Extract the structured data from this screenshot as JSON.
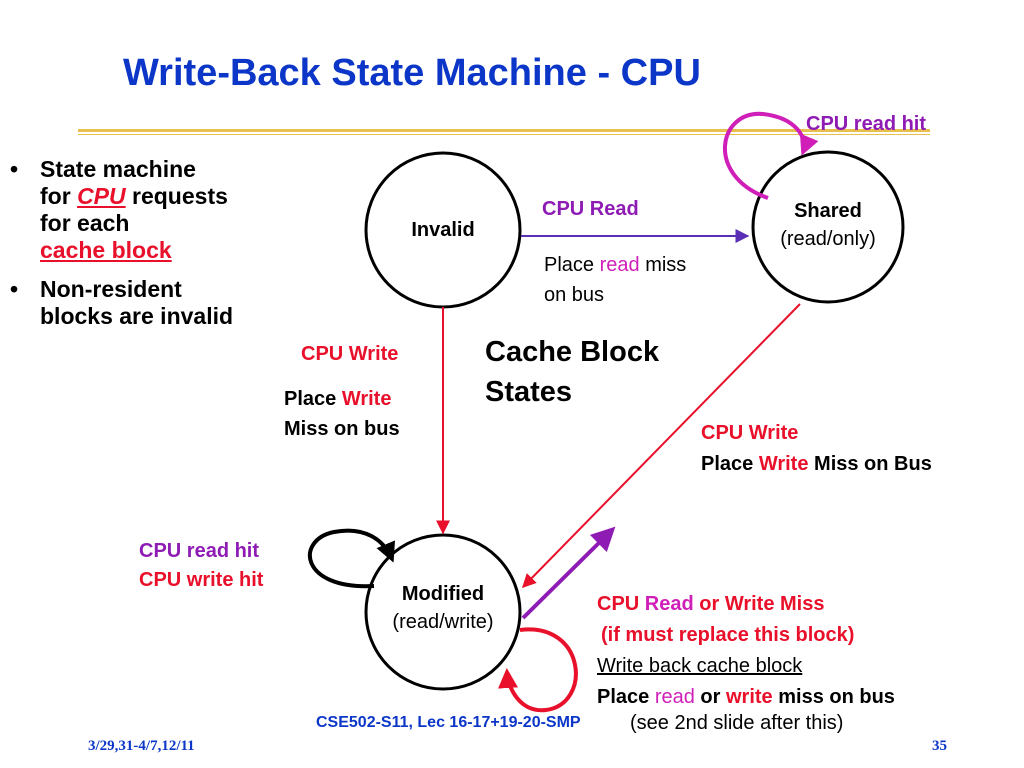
{
  "title": "Write-Back State Machine - CPU",
  "bullets": {
    "b1_line1": "State machine",
    "b1_for": "for",
    "b1_cpu": "CPU",
    "b1_requests": "requests",
    "b1_line3": "for each",
    "b1_line4": "cache block",
    "b2_line1": "Non-resident",
    "b2_line2": "blocks are invalid"
  },
  "states": {
    "invalid": {
      "name": "Invalid"
    },
    "shared": {
      "name": "Shared",
      "sub": "(read/only)"
    },
    "modified": {
      "name": "Modified",
      "sub": "(read/write)"
    }
  },
  "center_heading": {
    "line1": "Cache Block",
    "line2": "States"
  },
  "transitions": {
    "shared_self": "CPU read hit",
    "invalid_to_shared": {
      "event": "CPU Read",
      "action_p1": "Place",
      "action_read": "read",
      "action_p2": "miss",
      "action_line2": "on bus"
    },
    "invalid_to_modified": {
      "event": "CPU Write",
      "action_p1": "Place",
      "action_write": "Write",
      "action_line2": "Miss on bus"
    },
    "shared_to_modified": {
      "event": "CPU Write",
      "action_p1": "Place",
      "action_write": "Write",
      "action_p2": "Miss on Bus"
    },
    "modified_self_hits": {
      "line1": "CPU read hit",
      "line2": "CPU write hit"
    },
    "modified_miss": {
      "cpu": "CPU",
      "read": "Read",
      "or_write_miss": "or Write Miss",
      "replace": "(if must replace this block)",
      "write_back": "Write back cache block",
      "place": "Place",
      "read2": "read",
      "or": "or",
      "write2": "write",
      "miss_on_bus": "miss on bus",
      "see": "(see 2nd slide after this)"
    }
  },
  "footer": {
    "date": "3/29,31-4/7,12/11",
    "course": "CSE502-S11, Lec 16-17+19-20-SMP",
    "page": "35"
  },
  "colors": {
    "title_blue": "#0b36c8",
    "rule_gold": "#e7c04e",
    "red": "#e8102a",
    "purple": "#8f1bb5",
    "magenta": "#d01fb8"
  }
}
